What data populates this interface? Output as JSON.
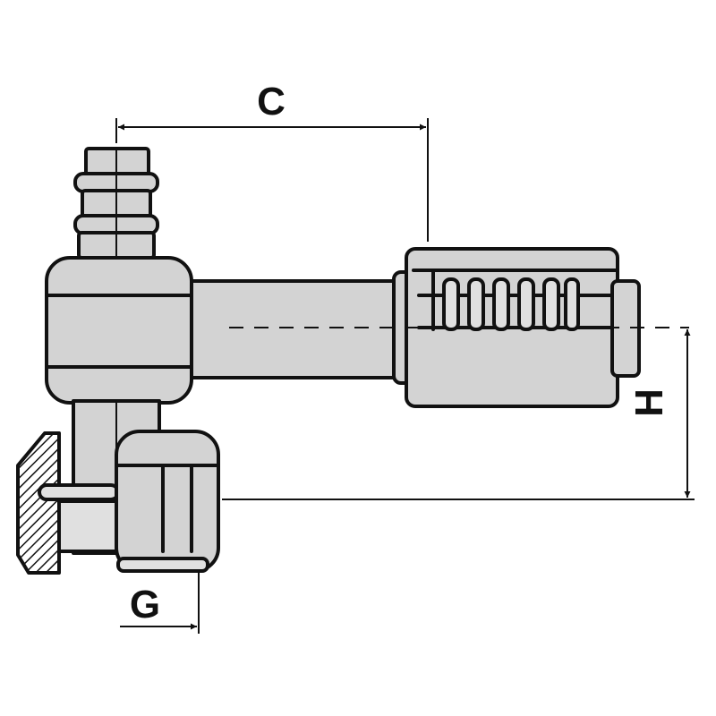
{
  "dimensions": {
    "c_label": "C",
    "h_label": "H",
    "g_label": "G"
  },
  "colors": {
    "part_fill": "#d3d3d3",
    "outline": "#111111",
    "background": "#ffffff"
  }
}
